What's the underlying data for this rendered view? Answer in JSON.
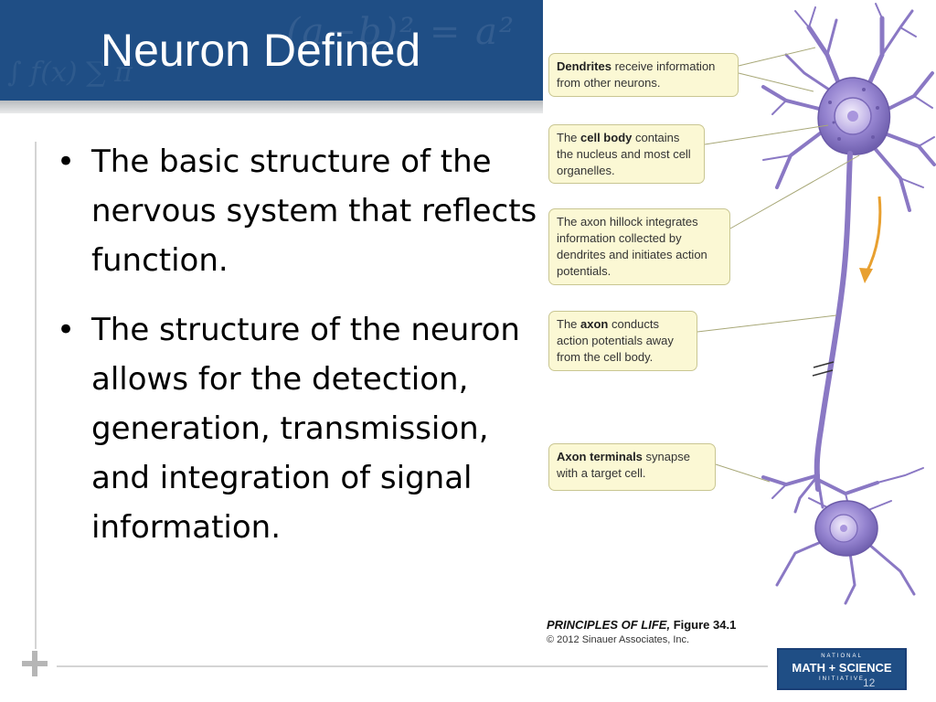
{
  "slide": {
    "title": "Neuron Defined",
    "bullets": [
      "The basic structure of the nervous system that reflects function.",
      "The structure of the neuron allows for the detection, generation, transmission, and integration of signal information."
    ]
  },
  "figure": {
    "callouts": {
      "dendrites": {
        "bold": "Dendrites",
        "text": " receive information from other neurons."
      },
      "cell_body": {
        "prefix": "The ",
        "bold": "cell body",
        "text": " contains the nucleus and most cell organelles."
      },
      "axon_hillock": {
        "text": "The axon hillock integrates information collected by dendrites and initiates action potentials."
      },
      "axon": {
        "prefix": "The ",
        "bold": "axon",
        "text": " conducts action potentials away from the cell body."
      },
      "axon_terminals": {
        "bold": "Axon terminals",
        "text": " synapse with a target cell."
      }
    },
    "caption_title": "PRINCIPLES OF LIFE,",
    "caption_figure": " Figure 34.1",
    "copyright": "© 2012 Sinauer Associates, Inc.",
    "colors": {
      "neuron": "#8a78c4",
      "neuron_dark": "#6b5aa8",
      "arrow": "#e8a030",
      "callout_fill": "#fbf8d4"
    }
  },
  "footer": {
    "logo": {
      "line1": "NATIONAL",
      "line2": "MATH + SCIENCE",
      "line3": "INITIATIVE"
    },
    "page_number": "12"
  }
}
